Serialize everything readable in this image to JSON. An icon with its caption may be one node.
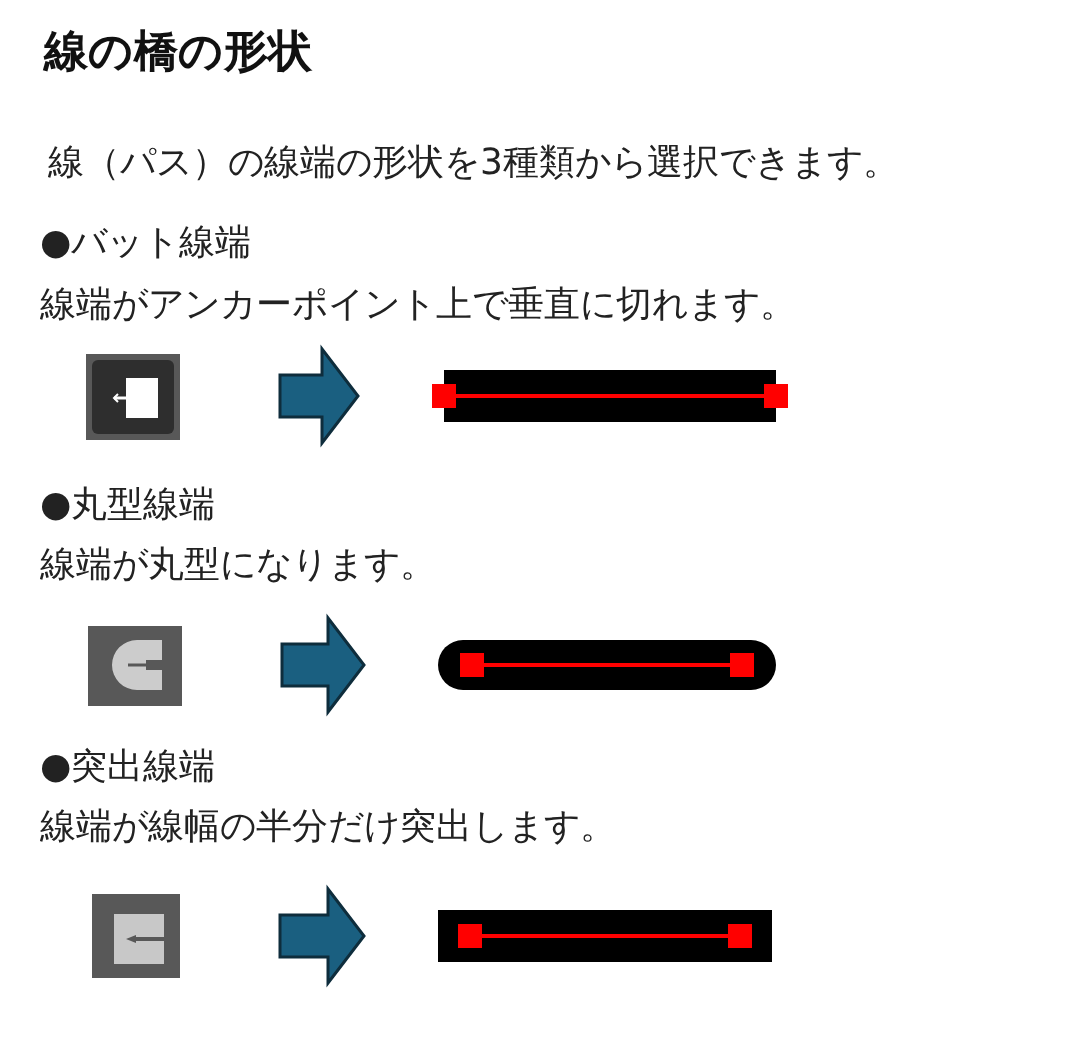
{
  "diagram": {
    "title": "線の橋の形状",
    "nodes": [
      {
        "text": [],
        "shape": "picture"
      },
      {
        "text": [],
        "shape": "bar"
      },
      {
        "text": [],
        "shape": "picture"
      },
      {
        "text": [],
        "shape": "bar"
      },
      {
        "text": [],
        "shape": "picture"
      },
      {
        "text": [],
        "shape": "bar"
      }
    ],
    "edges": [
      {
        "from": 0,
        "to": 1,
        "arrow": "to"
      },
      {
        "from": 2,
        "to": 3,
        "arrow": "to"
      },
      {
        "from": 4,
        "to": 5,
        "arrow": "to"
      }
    ],
    "labels": [
      "線（パス）の線端の形状を3種類から選択できます。",
      "●バット線端",
      "線端がアンカーポイント上で垂直に切れます。",
      "●丸型線端",
      "線端が丸型になります。",
      "●突出線端",
      "線端が線幅の半分だけ突出します。"
    ]
  }
}
